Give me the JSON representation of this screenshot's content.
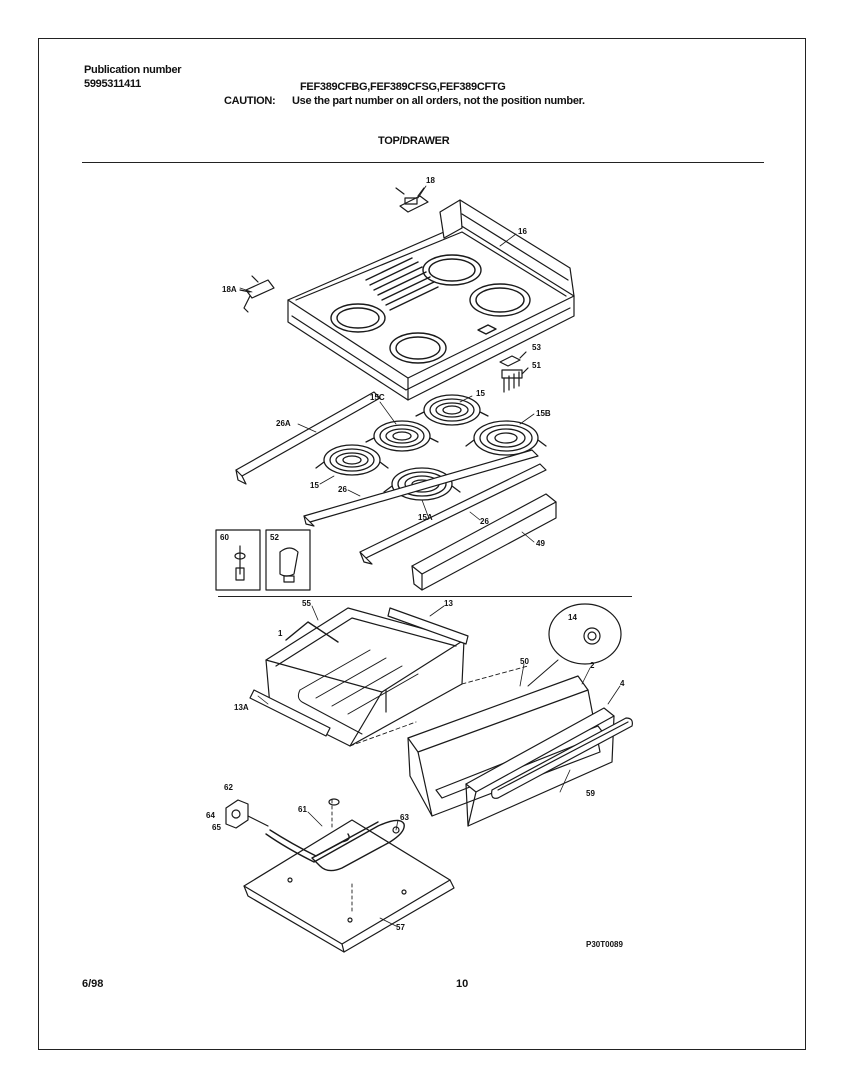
{
  "header": {
    "publication_label": "Publication number",
    "publication_number": "5995311411",
    "models": "FEF389CFBG,FEF389CFSG,FEF389CFTG",
    "caution_label": "CAUTION:",
    "caution_text": "Use the part number on all orders, not the position number.",
    "section_title": "TOP/DRAWER"
  },
  "callouts": {
    "c18": "18",
    "c16": "16",
    "c18A": "18A",
    "c53": "53",
    "c51": "51",
    "c15C": "15C",
    "c15": "15",
    "c15B": "15B",
    "c26A": "26A",
    "c15_left": "15",
    "c26": "26",
    "c15A": "15A",
    "c26_right": "26",
    "c49": "49",
    "c60": "60",
    "c52": "52",
    "c55": "55",
    "c13": "13",
    "c1": "1",
    "c14": "14",
    "c13A": "13A",
    "c50": "50",
    "c2": "2",
    "c4": "4",
    "c59": "59",
    "c62": "62",
    "c64": "64",
    "c65": "65",
    "c61": "61",
    "c63": "63",
    "c57": "57"
  },
  "drawing_number": "P30T0089",
  "footer": {
    "date": "6/98",
    "page_number": "10"
  }
}
